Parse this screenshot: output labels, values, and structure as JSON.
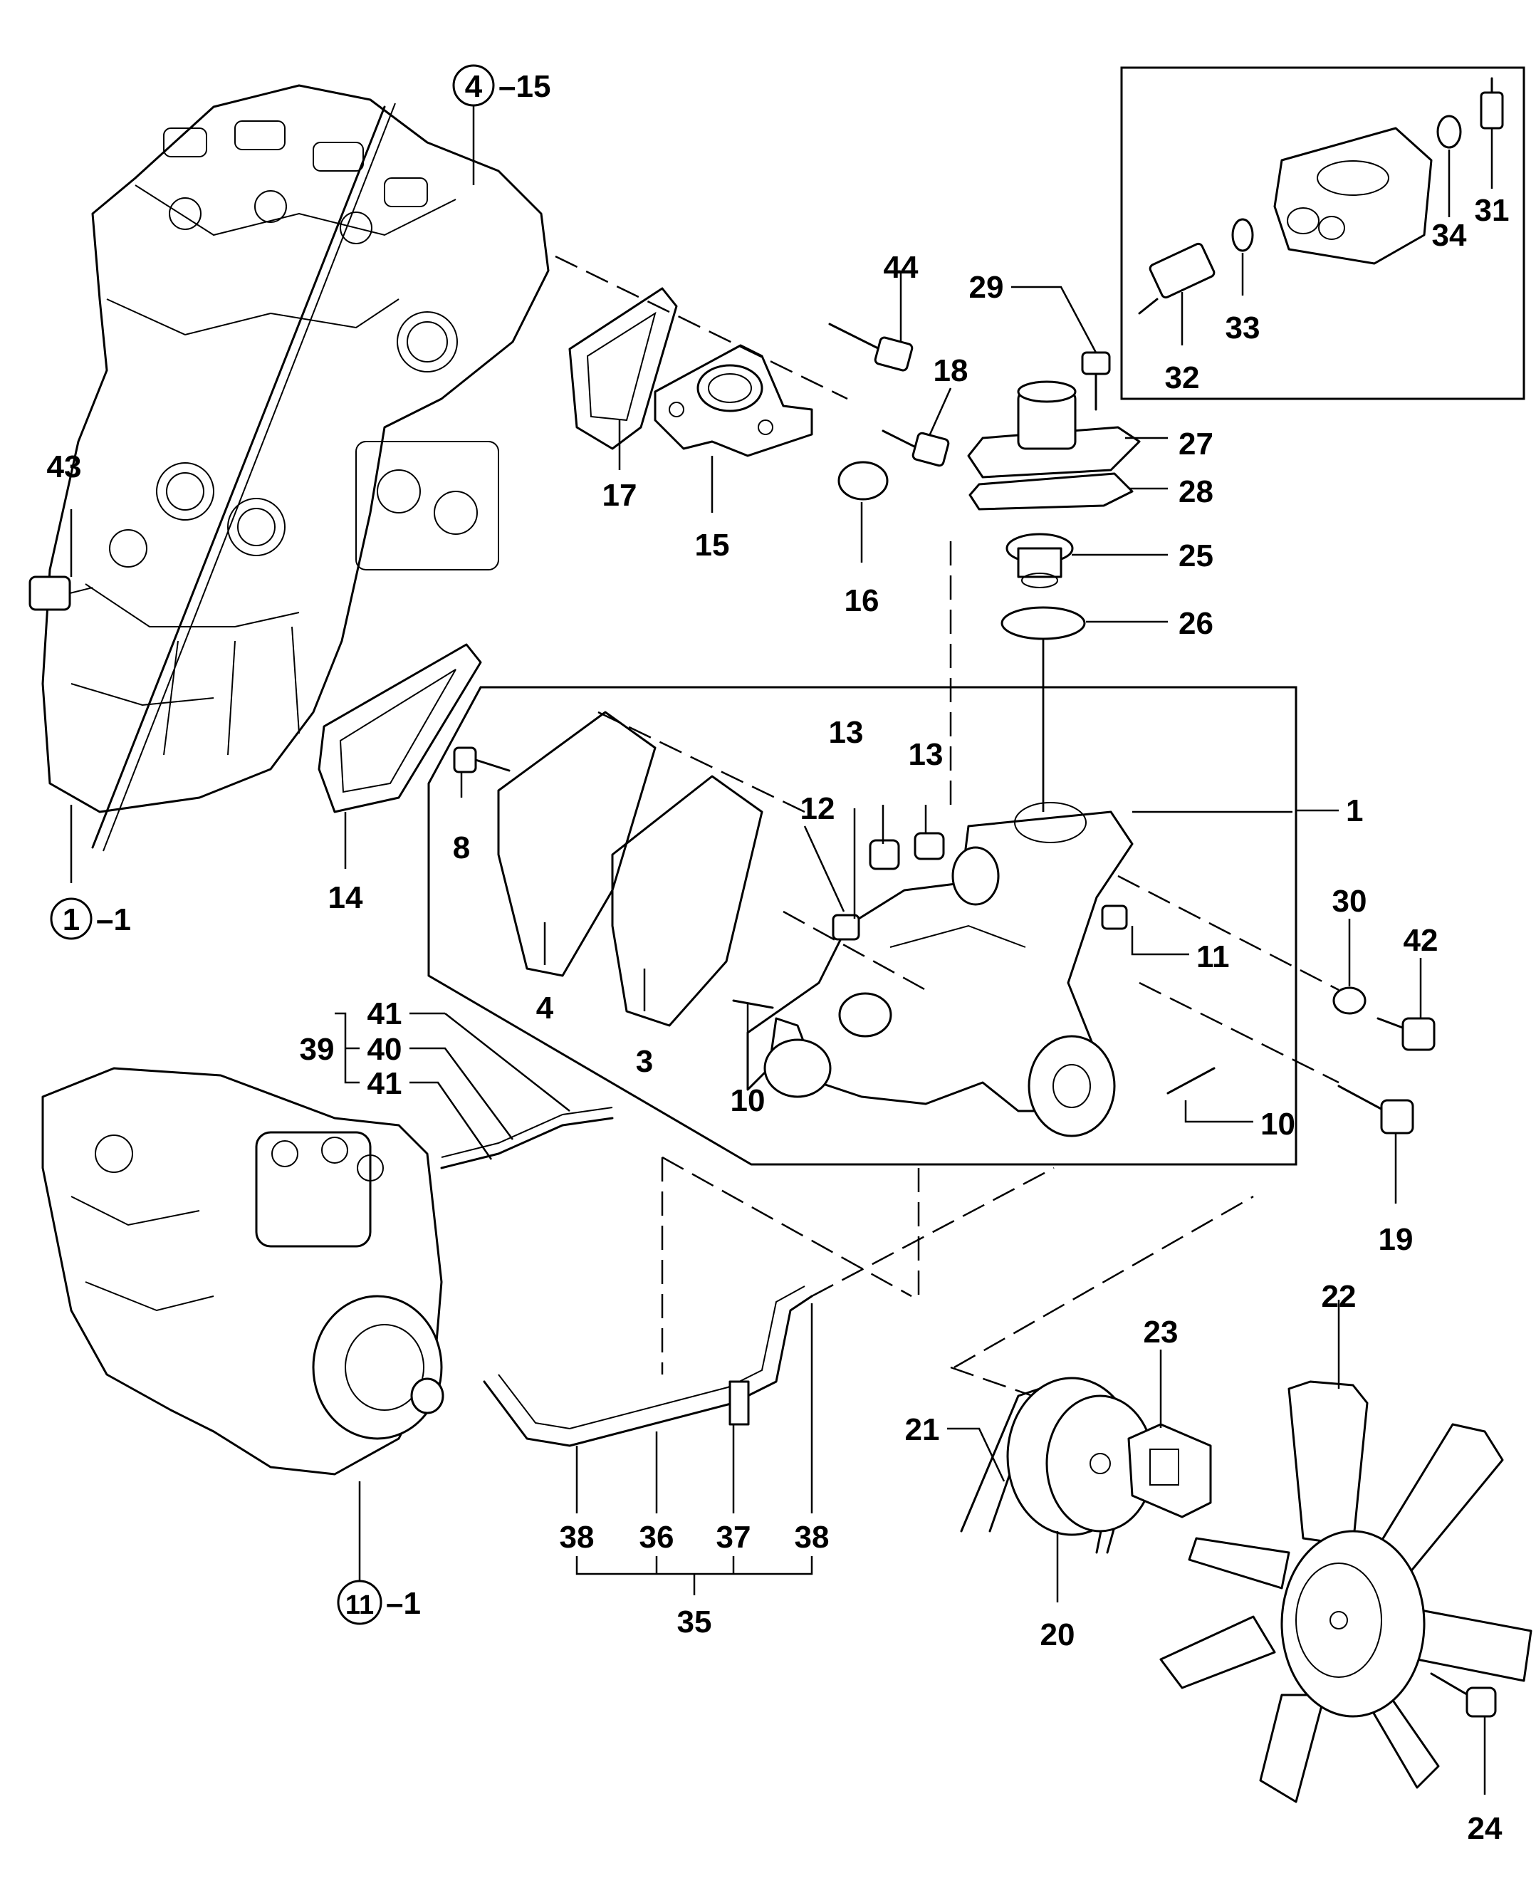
{
  "labels": {
    "p1": "1",
    "p3": "3",
    "p4": "4",
    "p8": "8",
    "p10a": "10",
    "p10b": "10",
    "p11": "11",
    "p12": "12",
    "p13a": "13",
    "p13b": "13",
    "p14": "14",
    "p15": "15",
    "p16": "16",
    "p17": "17",
    "p18": "18",
    "p19": "19",
    "p20": "20",
    "p21": "21",
    "p22": "22",
    "p23": "23",
    "p24": "24",
    "p25": "25",
    "p26": "26",
    "p27": "27",
    "p28": "28",
    "p29": "29",
    "p30": "30",
    "p31": "31",
    "p32": "32",
    "p33": "33",
    "p34": "34",
    "p35": "35",
    "p36": "36",
    "p37": "37",
    "p38a": "38",
    "p38b": "38",
    "p39": "39",
    "p40": "40",
    "p41a": "41",
    "p41b": "41",
    "p42": "42",
    "p43": "43",
    "p44": "44"
  },
  "refs": {
    "r4": {
      "num": "4",
      "suffix": "–15"
    },
    "r1": {
      "num": "1",
      "suffix": "–1"
    },
    "r11": {
      "num": "11",
      "suffix": "–1"
    }
  }
}
